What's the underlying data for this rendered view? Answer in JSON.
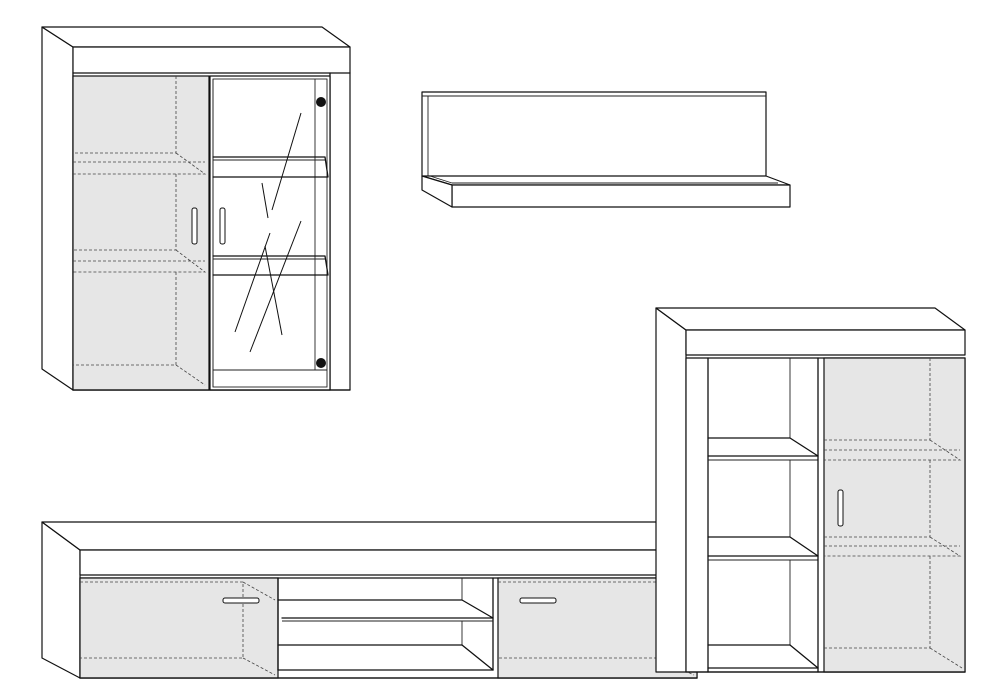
{
  "colors": {
    "line": "#111111",
    "door_fill": "#e6e6e6",
    "body_fill": "#ffffff",
    "background": "#ffffff"
  },
  "items": [
    {
      "id": "vitrine-cabinet",
      "kind": "wall display cabinet",
      "doors": [
        "solid-door",
        "glass-door"
      ],
      "shelves": 2
    },
    {
      "id": "wall-shelf",
      "kind": "wall shelf"
    },
    {
      "id": "tv-lowboard",
      "kind": "tv stand",
      "doors": [
        "left-drawer-door",
        "right-drawer-door"
      ],
      "open_shelves": 1
    },
    {
      "id": "highboard",
      "kind": "tall cabinet",
      "doors": [
        "right-door"
      ],
      "open_shelves": 2
    }
  ],
  "icons": [
    "door-handle-icon",
    "glass-knob-icon"
  ]
}
